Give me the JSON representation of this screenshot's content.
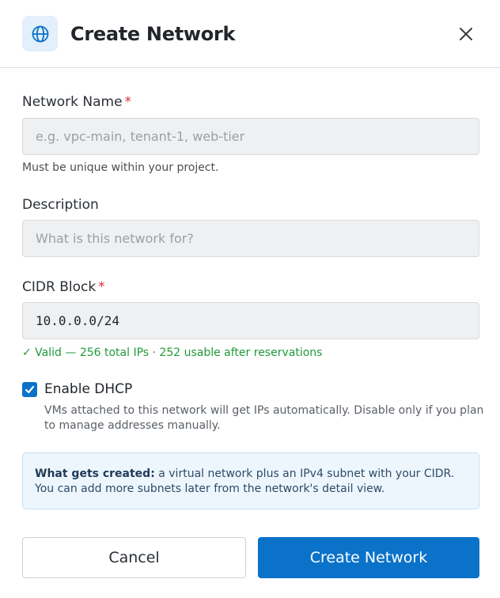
{
  "dialog": {
    "title": "Create Network",
    "header_icon": "globe-icon",
    "close_icon": "close-icon"
  },
  "form": {
    "network_name": {
      "label": "Network Name",
      "required_marker": "*",
      "value": "",
      "placeholder": "e.g. vpc-main, tenant-1, web-tier",
      "hint": "Must be unique within your project."
    },
    "description": {
      "label": "Description",
      "value": "",
      "placeholder": "What is this network for?"
    },
    "cidr": {
      "label": "CIDR Block",
      "required_marker": "*",
      "value": "10.0.0.0/24",
      "validation": "✓ Valid — 256 total IPs · 252 usable after reservations"
    },
    "dhcp": {
      "checked": true,
      "label": "Enable DHCP",
      "description": "VMs attached to this network will get IPs automatically. Disable only if you plan to manage addresses manually."
    },
    "info": {
      "lead": "What gets created:",
      "text": " a virtual network plus an IPv4 subnet with your CIDR. You can add more subnets later from the network's detail view."
    }
  },
  "actions": {
    "cancel_label": "Cancel",
    "create_label": "Create Network"
  },
  "colors": {
    "primary": "#0b72c9",
    "required": "#d6333a",
    "valid": "#1f9a3a",
    "info_bg": "#eef6fd"
  }
}
